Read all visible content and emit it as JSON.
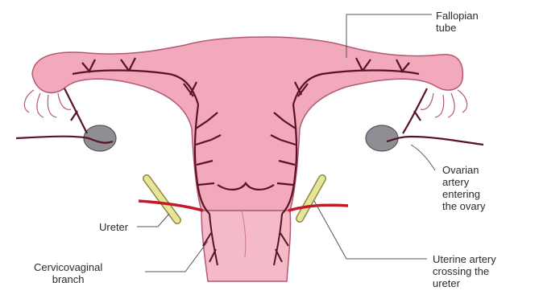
{
  "labels": {
    "fallopian_tube": "Fallopian\ntube",
    "ovarian_artery": "Ovarian\nartery\nentering\nthe ovary",
    "ureter": "Ureter",
    "cervicovaginal_branch": "Cervicovaginal\nbranch",
    "uterine_artery": "Uterine artery\ncrossing the\nureter"
  },
  "colors": {
    "tissue": "#f2a9bc",
    "tissue_outline": "#b45873",
    "vessel": "#5a1226",
    "artery": "#c41a28",
    "ureter": "#e8e49a",
    "ovary": "#8e8e94",
    "leader_line": "#555555"
  }
}
